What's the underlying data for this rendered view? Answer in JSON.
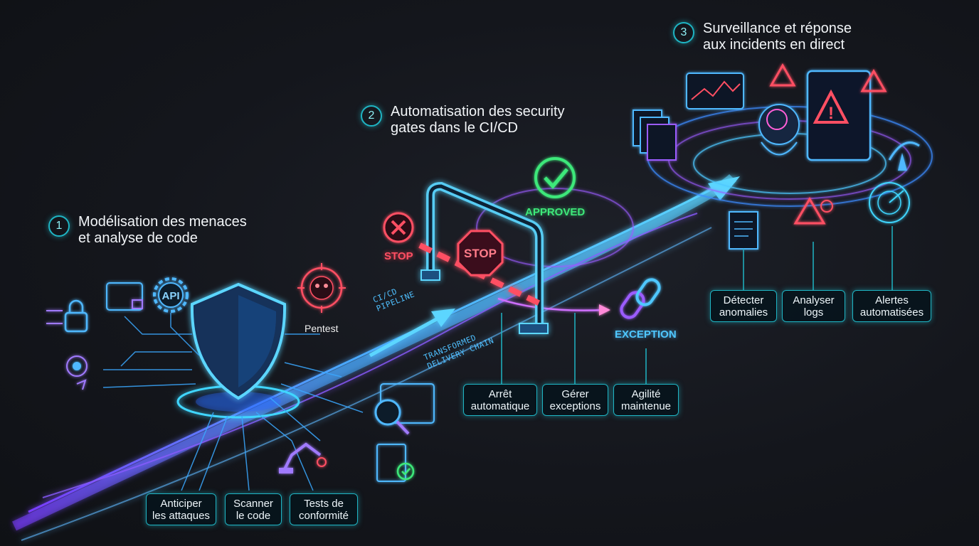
{
  "stages": [
    {
      "number": "1",
      "title": "Modélisation des menaces\net analyse de code"
    },
    {
      "number": "2",
      "title": "Automatisation des security\ngates dans le CI/CD"
    },
    {
      "number": "3",
      "title": "Surveillance et réponse\naux incidents en direct"
    }
  ],
  "boxes_stage1": [
    "Anticiper\nles attaques",
    "Scanner\nle code",
    "Tests de\nconformité"
  ],
  "boxes_stage2": [
    "Arrêt\nautomatique",
    "Gérer\nexceptions",
    "Agilité\nmaintenue"
  ],
  "boxes_stage3": [
    "Détecter\nanomalies",
    "Analyser\nlogs",
    "Alertes\nautomatisées"
  ],
  "labels": {
    "pentest": "Pentest",
    "api": "API",
    "stop_left": "STOP",
    "stop_sign": "STOP",
    "approved": "APPROVED",
    "exception": "EXCEPTION",
    "pipeline_l1": "CI/CD",
    "pipeline_l2": "PIPELINE",
    "chain_l1": "TRANSFORMED",
    "chain_l2": "DELIVERY CHAIN"
  },
  "colors": {
    "cyan": "#1fb5c4",
    "violet": "#9b5cff",
    "stop": "#ff4f63",
    "approved": "#3ee87a",
    "exception": "#4fc7ff"
  }
}
